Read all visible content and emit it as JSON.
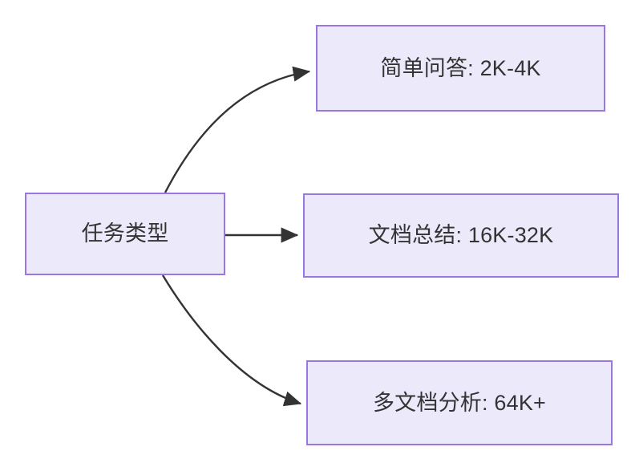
{
  "diagram": {
    "type": "flowchart",
    "direction": "left-to-right",
    "background_color": "#ffffff",
    "node_fill_color": "#ece9fb",
    "node_border_color": "#9a77e0",
    "node_text_color": "#333333",
    "edge_color": "#333333",
    "root": {
      "id": "root",
      "label": "任务类型"
    },
    "branches": [
      {
        "id": "simple-qa",
        "label": "简单问答: 2K-4K",
        "task": "简单问答",
        "context_range": "2K-4K",
        "edge_style": "curved"
      },
      {
        "id": "doc-summary",
        "label": "文档总结: 16K-32K",
        "task": "文档总结",
        "context_range": "16K-32K",
        "edge_style": "straight"
      },
      {
        "id": "multi-doc",
        "label": "多文档分析: 64K+",
        "task": "多文档分析",
        "context_range": "64K+",
        "edge_style": "curved"
      }
    ]
  }
}
